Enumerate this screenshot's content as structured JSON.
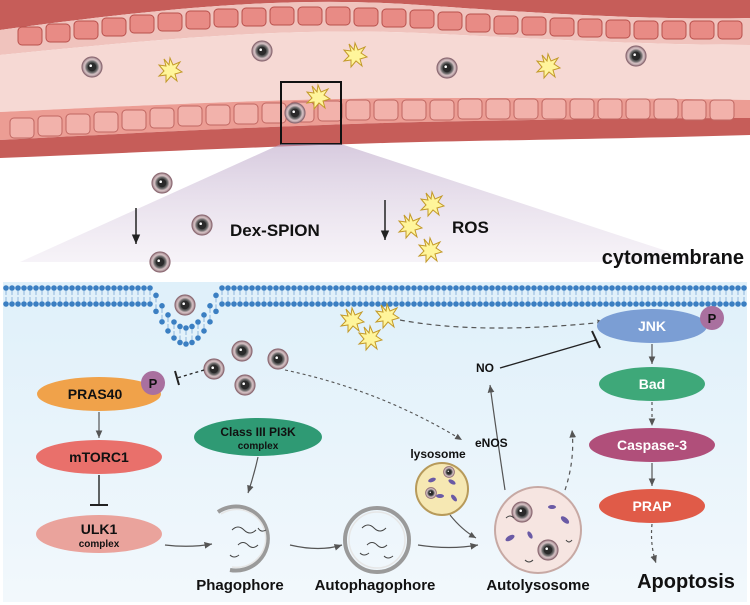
{
  "labels": {
    "dex_spion": "Dex-SPION",
    "ros": "ROS",
    "cytomembrane": "cytomembrane",
    "jnk": "JNK",
    "phospho_p": "P",
    "bad": "Bad",
    "caspase3": "Caspase-3",
    "prap": "PRAP",
    "apoptosis": "Apoptosis",
    "no": "NO",
    "enos": "eNOS",
    "lysosome": "lysosome",
    "pras40": "PRAS40",
    "mtorc1": "mTORC1",
    "ulk1": "ULK1",
    "ulk1_sub": "complex",
    "pi3k": "Class III PI3K",
    "pi3k_sub": "complex",
    "phagophore": "Phagophore",
    "autophagophore": "Autophagophore",
    "autolysosome": "Autolysosome"
  },
  "colors": {
    "vessel": "#d9736d",
    "cell_bg": "#eaf4fb",
    "membrane": "#3b7fc2",
    "jnk": "#7b9ed4",
    "phospho": "#a9709f",
    "bad": "#3ea879",
    "caspase3": "#b04f7a",
    "prap": "#e05b48",
    "pras40": "#f0a24a",
    "mtorc1": "#e9706b",
    "ulk1": "#eaa39c",
    "pi3k": "#2f9a74"
  }
}
